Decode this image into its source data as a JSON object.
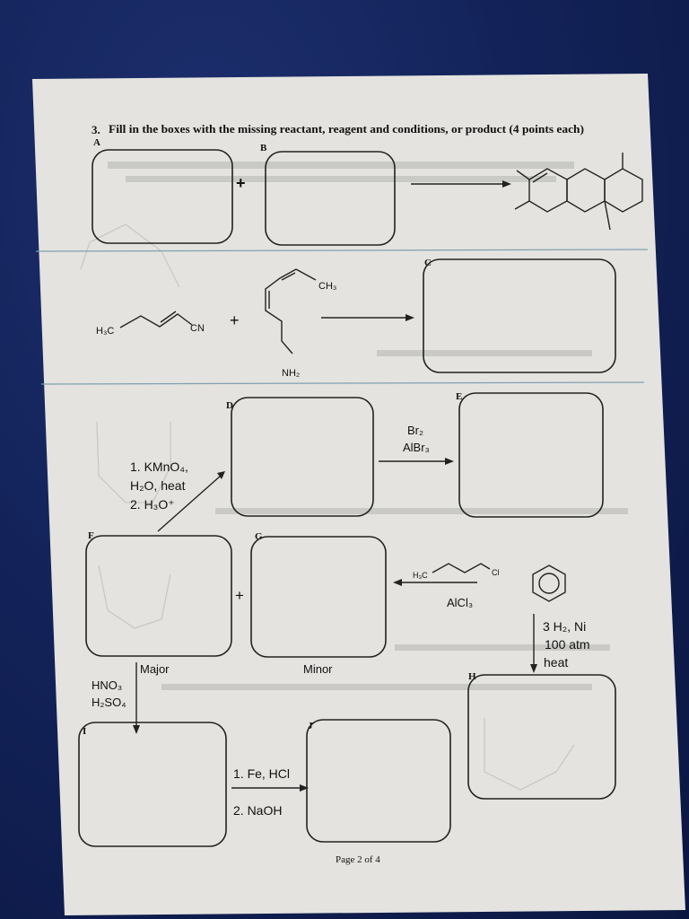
{
  "header": {
    "question": "3.",
    "instruction": "Fill in the boxes with the missing reactant, reagent and conditions, or product (4 points each)"
  },
  "box_labels": {
    "A": "A",
    "B": "B",
    "C": "C",
    "D": "D",
    "E": "E",
    "F": "F",
    "G": "G",
    "H": "H",
    "I": "I",
    "J": "J"
  },
  "plus": "+",
  "row2": {
    "h3c": "H₃C",
    "cn": "CN",
    "ch3": "CH₃",
    "nh2": "NH₂"
  },
  "row3": {
    "reagent_1": "1. KMnO₄,",
    "reagent_2": "H₂O, heat",
    "reagent_3": "2. H₃O⁺",
    "br2": "Br₂",
    "albr3": "AlBr₃"
  },
  "row4": {
    "h3c": "H₃C",
    "cl": "Cl",
    "alcl3": "AlCl₃",
    "hyd_1": "3 H₂, Ni",
    "hyd_2": "100 atm",
    "hyd_3": "heat",
    "major": "Major",
    "minor": "Minor",
    "hno3": "HNO₃",
    "h2so4": "H₂SO₄"
  },
  "row5": {
    "fe_hcl": "1. Fe, HCl",
    "naoh": "2. NaOH"
  },
  "footer": {
    "page": "Page 2 of 4"
  }
}
